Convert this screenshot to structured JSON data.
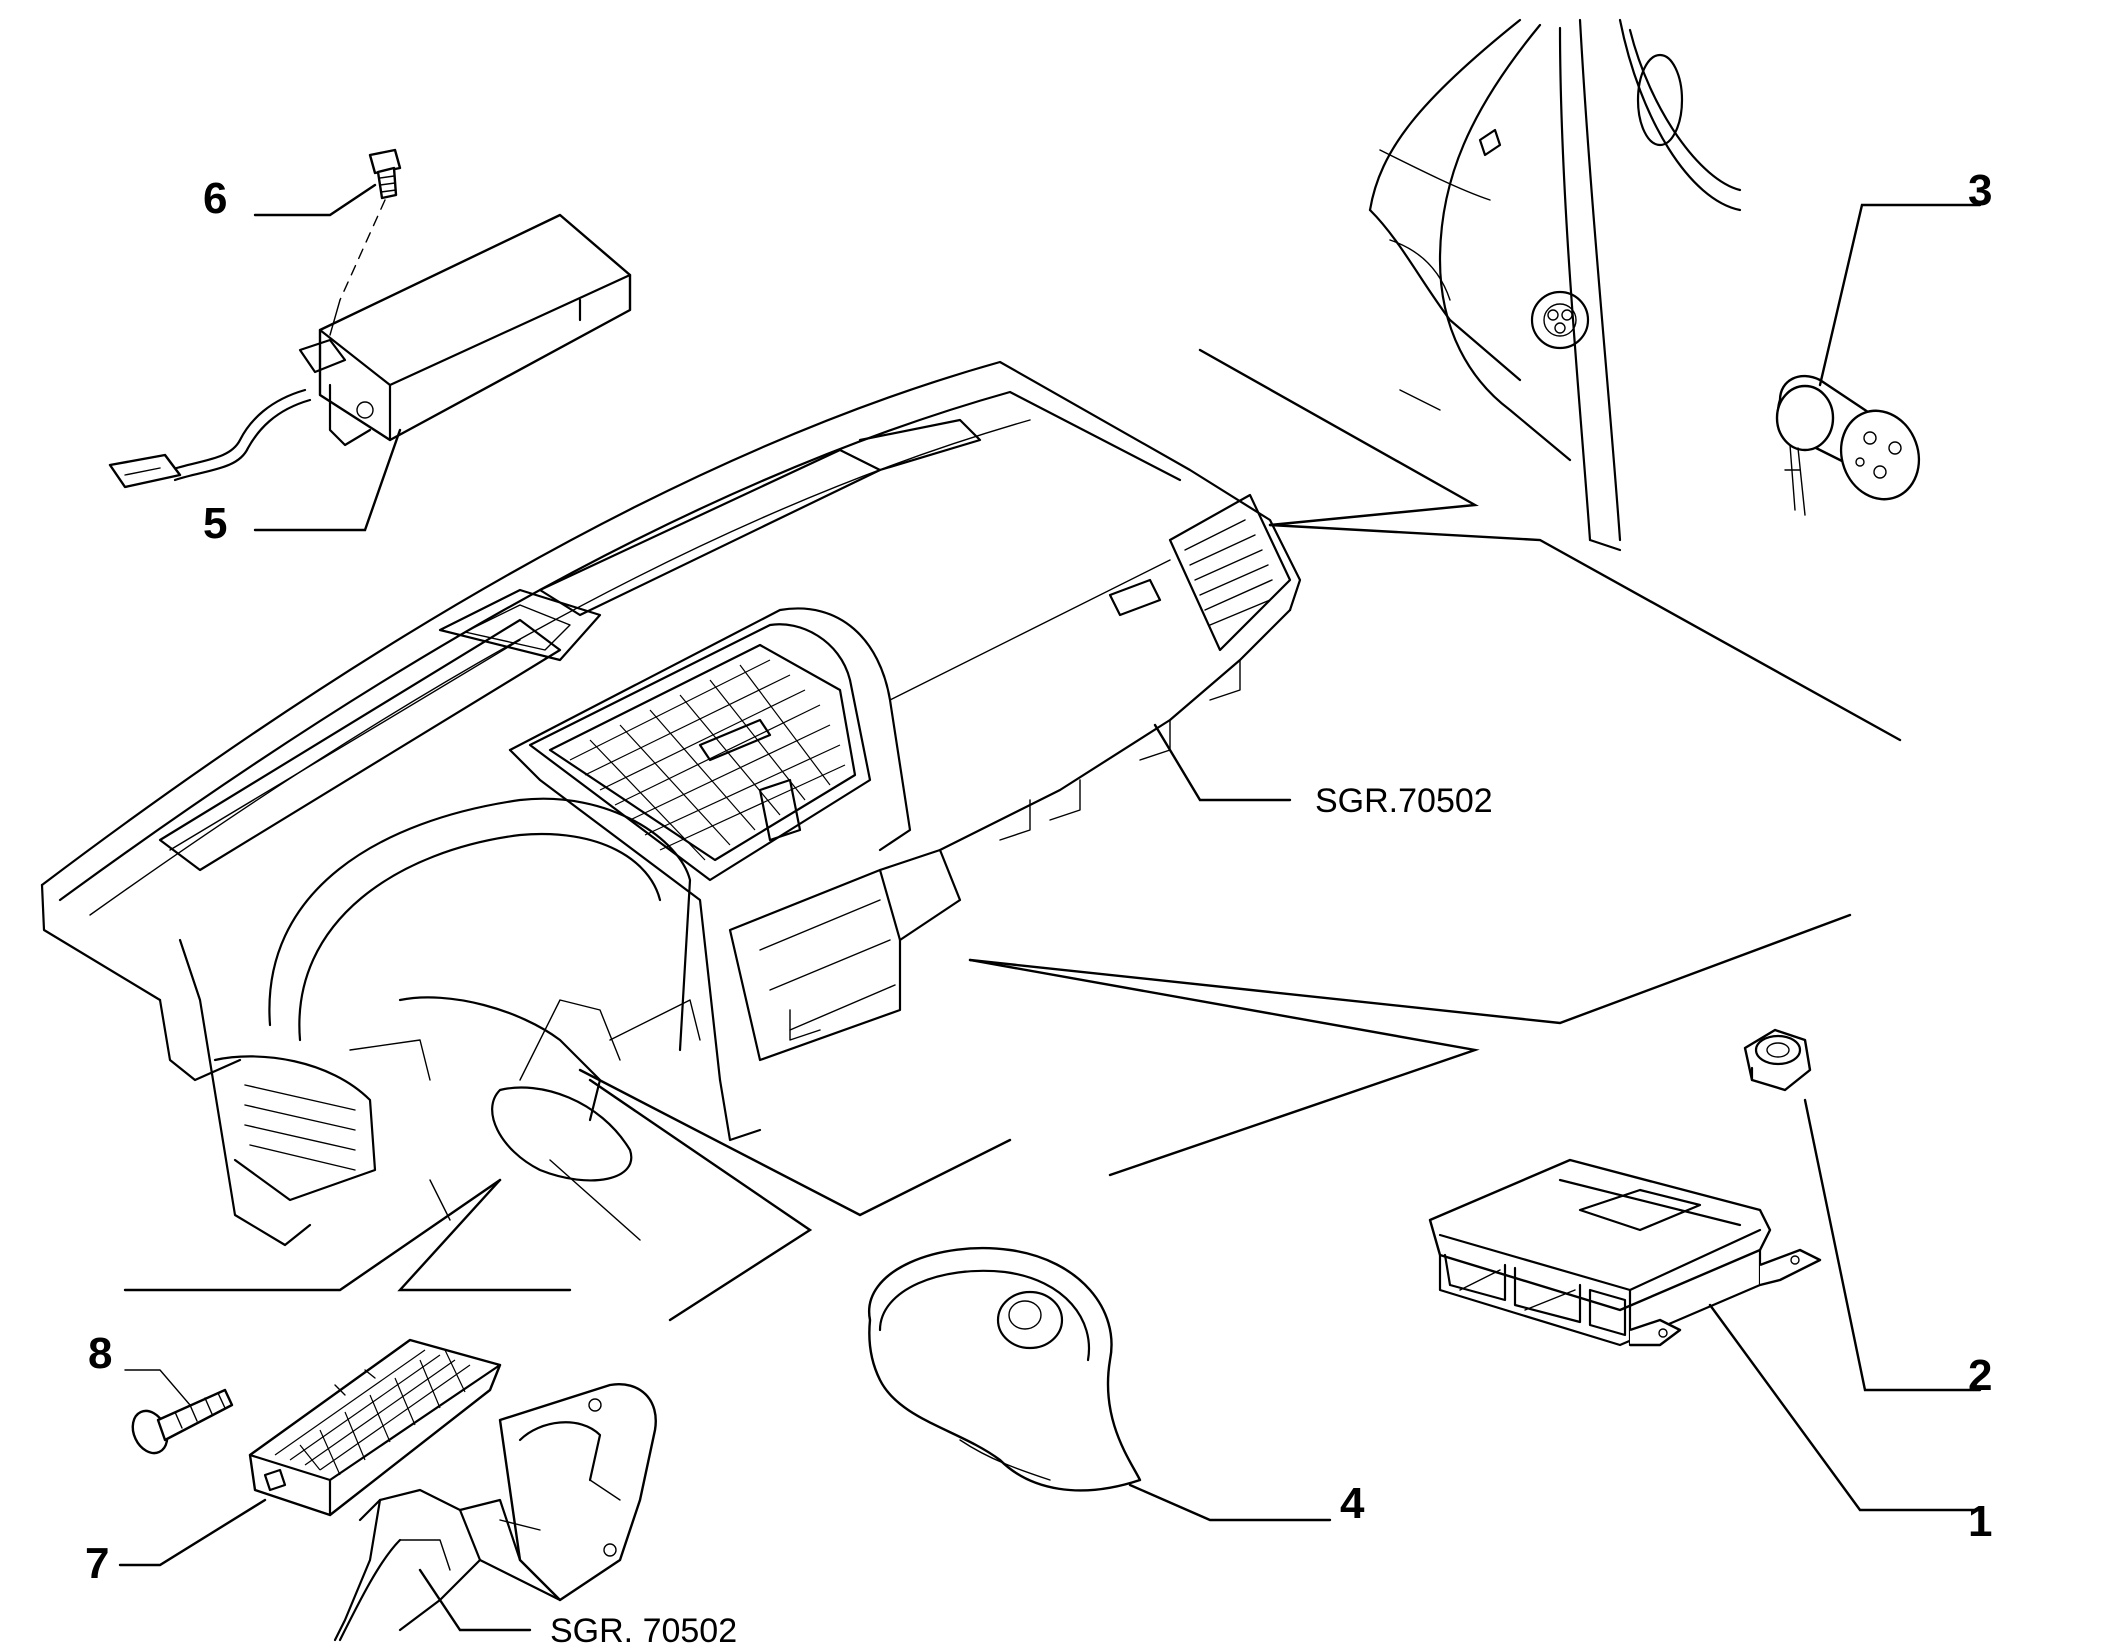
{
  "callouts": [
    {
      "id": "1",
      "label": "1"
    },
    {
      "id": "2",
      "label": "2"
    },
    {
      "id": "3",
      "label": "3"
    },
    {
      "id": "4",
      "label": "4"
    },
    {
      "id": "5",
      "label": "5"
    },
    {
      "id": "6",
      "label": "6"
    },
    {
      "id": "7",
      "label": "7"
    },
    {
      "id": "8",
      "label": "8"
    }
  ],
  "references": [
    {
      "id": "dashboard",
      "label": "SGR.70502"
    },
    {
      "id": "cover",
      "label": "SGR. 70502"
    }
  ],
  "parts": [
    {
      "callout": "1",
      "icon": "airbag-control-unit-icon"
    },
    {
      "callout": "2",
      "icon": "hex-nut-icon"
    },
    {
      "callout": "3",
      "icon": "deactivation-switch-icon"
    },
    {
      "callout": "4",
      "icon": "steering-wheel-airbag-icon"
    },
    {
      "callout": "5",
      "icon": "passenger-airbag-module-icon"
    },
    {
      "callout": "6",
      "icon": "screw-icon"
    },
    {
      "callout": "7",
      "icon": "knee-airbag-icon"
    },
    {
      "callout": "8",
      "icon": "bolt-icon"
    }
  ]
}
